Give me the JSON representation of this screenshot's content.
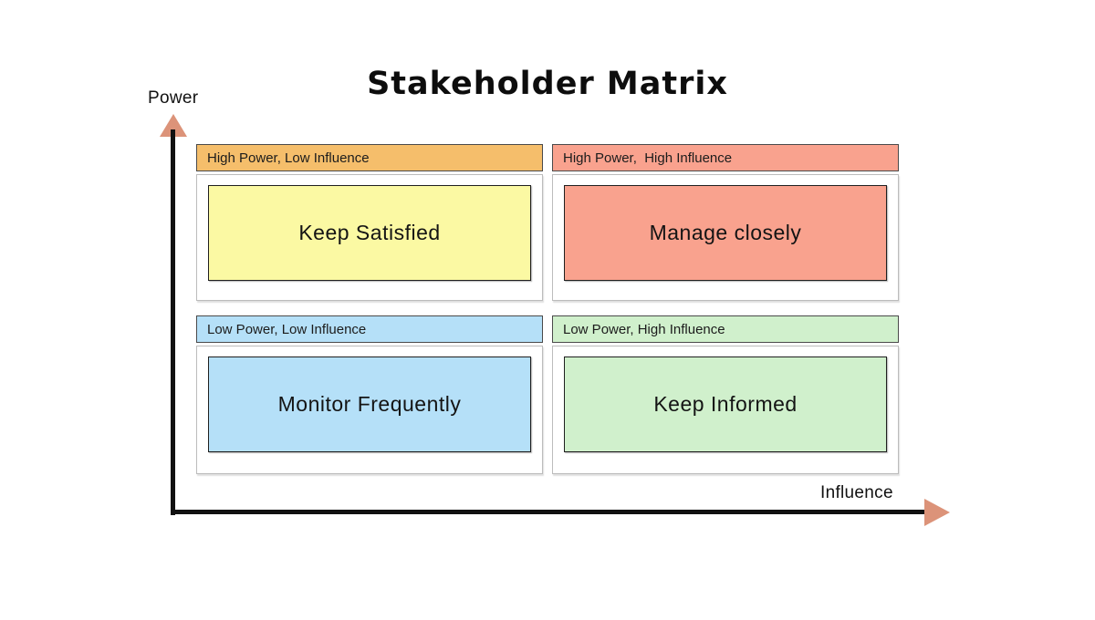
{
  "title": "Stakeholder Matrix",
  "axes": {
    "y_label": "Power",
    "x_label": "Influence",
    "line_color": "#111111",
    "arrow_color": "#dc9379"
  },
  "quadrants": [
    {
      "position": "top-left",
      "header": "High Power, Low Influence",
      "label": "Keep Satisfied",
      "header_color": "#f5be6b",
      "box_color": "#fbf9a3"
    },
    {
      "position": "top-right",
      "header": "High Power,  High Influence",
      "label": "Manage closely",
      "header_color": "#f9a28e",
      "box_color": "#f9a28e"
    },
    {
      "position": "bottom-left",
      "header": "Low Power, Low Influence",
      "label": "Monitor Frequently",
      "header_color": "#b5e0f8",
      "box_color": "#b5e0f8"
    },
    {
      "position": "bottom-right",
      "header": "Low Power, High Influence",
      "label": "Keep Informed",
      "header_color": "#d0f0cc",
      "box_color": "#d0f0cc"
    }
  ]
}
